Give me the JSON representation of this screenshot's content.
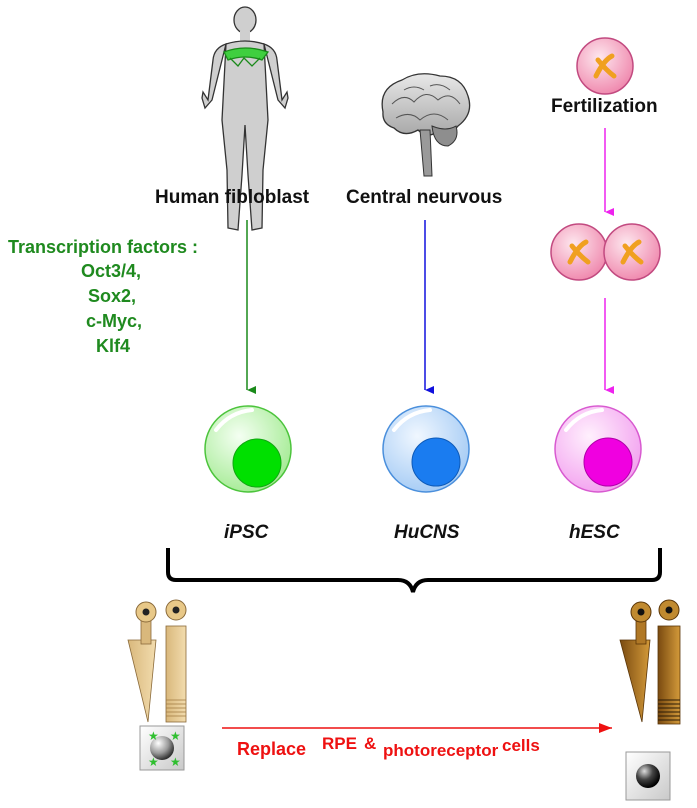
{
  "sources": {
    "human": "Human fibloblast",
    "cns": "Central neurvous",
    "fert": "Fertilization"
  },
  "transcription": {
    "title": "Transcription factors :",
    "factors": [
      "Oct3/4,",
      "Sox2,",
      "c-Myc,",
      "Klf4"
    ]
  },
  "cells": {
    "ipsc": "iPSC",
    "hucns": "HuCNS",
    "hesc": "hESC"
  },
  "replace": {
    "w1": "Replace",
    "w2": "RPE",
    "w3": "&",
    "w4": "photoreceptor",
    "w5": "cells"
  },
  "colors": {
    "green_arrow": "#1a8a1a",
    "blue_arrow": "#1010dd",
    "magenta_arrow": "#ee22ee",
    "red_arrow": "#ee1111",
    "ipsc_fill": "#00e000",
    "hucns_fill": "#1a7cf0",
    "hesc_fill": "#f000e0"
  }
}
